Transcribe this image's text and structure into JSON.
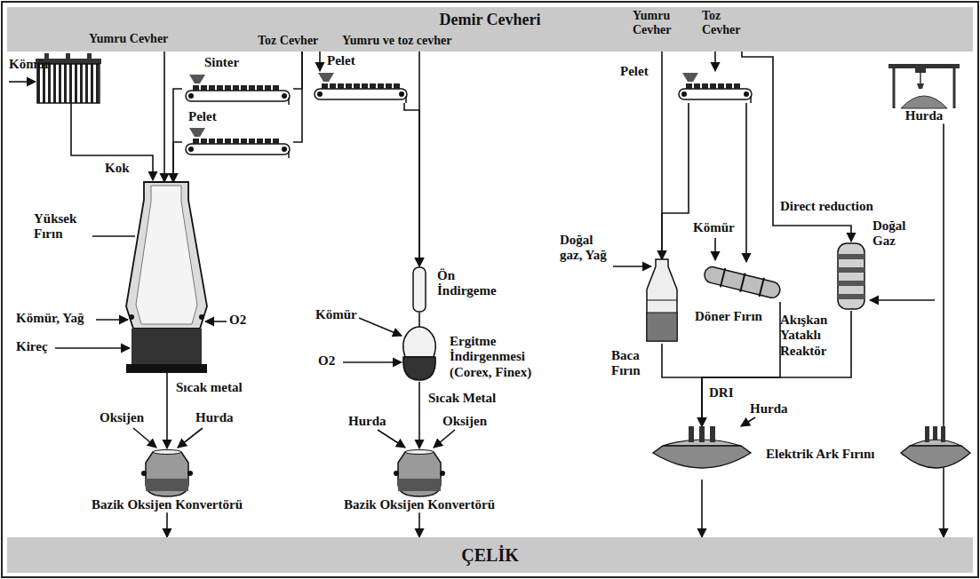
{
  "diagram": {
    "nodes": [
      {
        "text": [
          "Demir Cevheri"
        ]
      },
      {
        "text": [
          "Yumru Cevher"
        ],
        "in": 0
      },
      {
        "text": [
          "Toz Cevher"
        ],
        "in": 0
      },
      {
        "text": [
          "Yumru ve toz cevher"
        ],
        "in": 0
      },
      {
        "text": [
          "Yumru Cevher"
        ],
        "in": 0
      },
      {
        "text": [
          "Toz Cevher"
        ],
        "in": 0
      },
      {
        "text": [
          "Sinter"
        ]
      },
      {
        "text": [
          "Pelet"
        ]
      },
      {
        "text": [
          "Pelet"
        ]
      },
      {
        "text": [
          "Pelet"
        ]
      },
      {
        "text": [
          "Hurda"
        ]
      },
      {
        "text": [
          "Yüksek Fırın"
        ]
      },
      {
        "text": [
          "Baca Fırın"
        ]
      },
      {
        "text": [
          "Döner Fırın"
        ]
      },
      {
        "text": [
          "Akışkan Yataklı Reaktör"
        ]
      },
      {
        "text": [
          "Ön İndirgeme"
        ]
      },
      {
        "text": [
          "Ergitme İndirgenmesi (Corex, Finex)"
        ]
      },
      {
        "text": [
          "Bazik Oksijen Konvertörü"
        ]
      },
      {
        "text": [
          "Bazik Oksijen Konvertörü"
        ]
      },
      {
        "text": [
          "Elektrik Ark Fırını"
        ]
      },
      {
        "text": [
          "ÇELİK"
        ]
      }
    ],
    "edges": [
      {
        "from": 1,
        "to": 11,
        "arrow": "to"
      },
      {
        "from": 2,
        "to": 6,
        "arrow": "none"
      },
      {
        "from": 2,
        "to": 7,
        "arrow": "none"
      },
      {
        "from": 6,
        "to": 11,
        "arrow": "to"
      },
      {
        "from": 7,
        "to": 11,
        "arrow": "to"
      },
      {
        "from": 11,
        "to": 17,
        "label": "Sıcak metal",
        "arrow": "to"
      },
      {
        "from": 17,
        "to": 20,
        "arrow": "to"
      },
      {
        "from": 2,
        "to": 8,
        "arrow": "to"
      },
      {
        "from": 3,
        "to": 15,
        "arrow": "to"
      },
      {
        "from": 8,
        "to": 15,
        "arrow": "to"
      },
      {
        "from": 15,
        "to": 16,
        "arrow": "none"
      },
      {
        "from": 16,
        "to": 18,
        "label": "Sıcak Metal",
        "arrow": "to"
      },
      {
        "from": 18,
        "to": 20,
        "arrow": "to"
      },
      {
        "from": 4,
        "to": 12,
        "arrow": "to"
      },
      {
        "from": 5,
        "to": 9,
        "arrow": "to"
      },
      {
        "from": 5,
        "to": 14,
        "arrow": "to"
      },
      {
        "from": 9,
        "to": 12,
        "arrow": "to"
      },
      {
        "from": 9,
        "to": 13,
        "arrow": "to"
      },
      {
        "from": 12,
        "to": 19,
        "arrow": "to"
      },
      {
        "from": 13,
        "to": 19,
        "arrow": "to"
      },
      {
        "from": 14,
        "to": 19,
        "arrow": "to"
      },
      {
        "from": 19,
        "to": 20,
        "arrow": "to"
      },
      {
        "from": 10,
        "to": 20,
        "arrow": "to"
      }
    ],
    "labels": [
      "Kömür",
      "Kok",
      "Kömür, Yağ",
      "Kireç",
      "O2",
      "Oksijen",
      "Hurda",
      "Kömür",
      "O2",
      "Hurda",
      "Oksijen",
      "Doğal gaz, Yağ",
      "Kömür",
      "Direct reduction",
      "Doğal Gaz",
      "DRI",
      "Hurda"
    ]
  }
}
